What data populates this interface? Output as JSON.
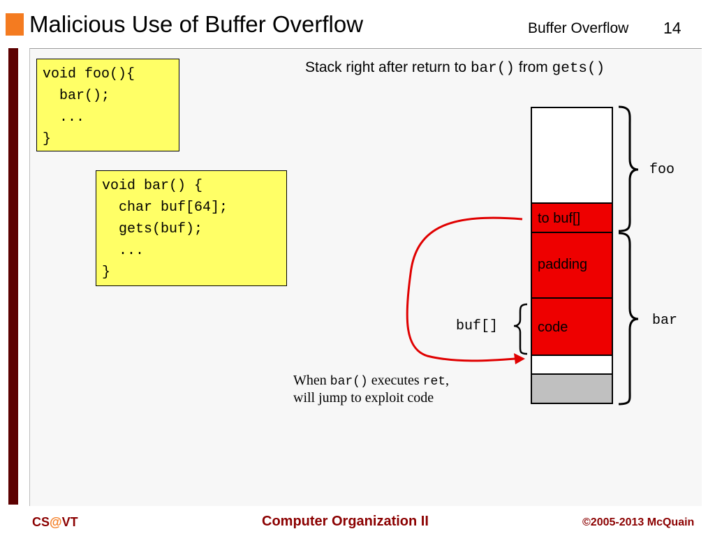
{
  "header": {
    "title": "Malicious Use of Buffer Overflow",
    "section": "Buffer Overflow",
    "page_number": "14"
  },
  "code": {
    "foo": "void foo(){\n  bar();\n  ...\n}",
    "bar": "void bar() {\n  char buf[64];\n  gets(buf);\n  ...\n}"
  },
  "caption": {
    "prefix": "Stack right after return to ",
    "func1": "bar()",
    "middle": " from ",
    "func2": "gets()"
  },
  "stack": {
    "ret_label": "to buf[]",
    "padding_label": "padding",
    "code_label": "code"
  },
  "labels": {
    "foo": "foo",
    "bar": "bar",
    "buf": "buf[]"
  },
  "note": {
    "when": "When ",
    "func": "bar()",
    "executes": " executes ",
    "ret": "ret",
    "comma": ",",
    "line2": "will jump to exploit code"
  },
  "footer": {
    "left_cs": "CS",
    "left_at": "@",
    "left_vt": "VT",
    "center": "Computer Organization II",
    "right": "©2005-2013 McQuain"
  },
  "colors": {
    "accent_orange": "#f47b20",
    "dark_red_bar": "#5c0000",
    "code_box_fill": "#ffff66",
    "stack_red": "#ee0000",
    "stack_gray": "#c0c0c0",
    "arrow_red": "#e00000",
    "footer_text": "#8b0000"
  }
}
